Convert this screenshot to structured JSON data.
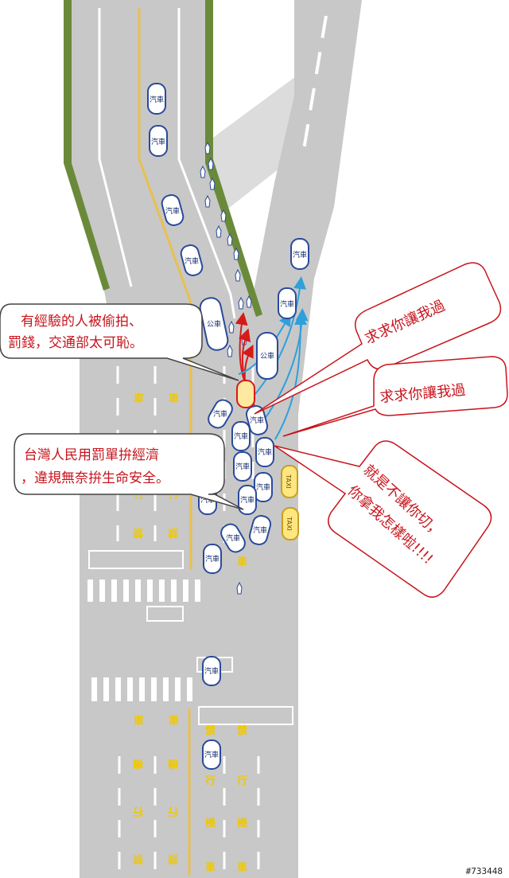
{
  "callouts": {
    "veteran": {
      "line1": "有經驗的人被偷拍、",
      "line2": "罰錢，交通部太可恥。"
    },
    "economy": {
      "line1": "台灣人民用罰單拚經濟",
      "line2": "，違規無奈拚生命安全。"
    },
    "plea_1": "求求你讓我過",
    "plea_2": "求求你讓我過",
    "refuse": {
      "line1": "就是不讓你切，",
      "line2": "你拿我怎樣啦!!!!"
    }
  },
  "vehicle_labels": {
    "car": "汽車",
    "bus": "公車",
    "taxi": "TAXI"
  },
  "road_markings": {
    "car": "車",
    "motor": "機",
    "no": "禁",
    "go": "行"
  },
  "colors": {
    "road": "#c8c8c8",
    "lane_line": "#ffffff",
    "center_line": "#e8c050",
    "median": "#6a8a3a",
    "callout_red": "#c8141c",
    "arrow_red": "#d61a1a",
    "arrow_blue": "#2ea0dc",
    "car_outline": "#2a4a9a",
    "taxi_fill": "#ffe680"
  },
  "watermark": "#733448"
}
